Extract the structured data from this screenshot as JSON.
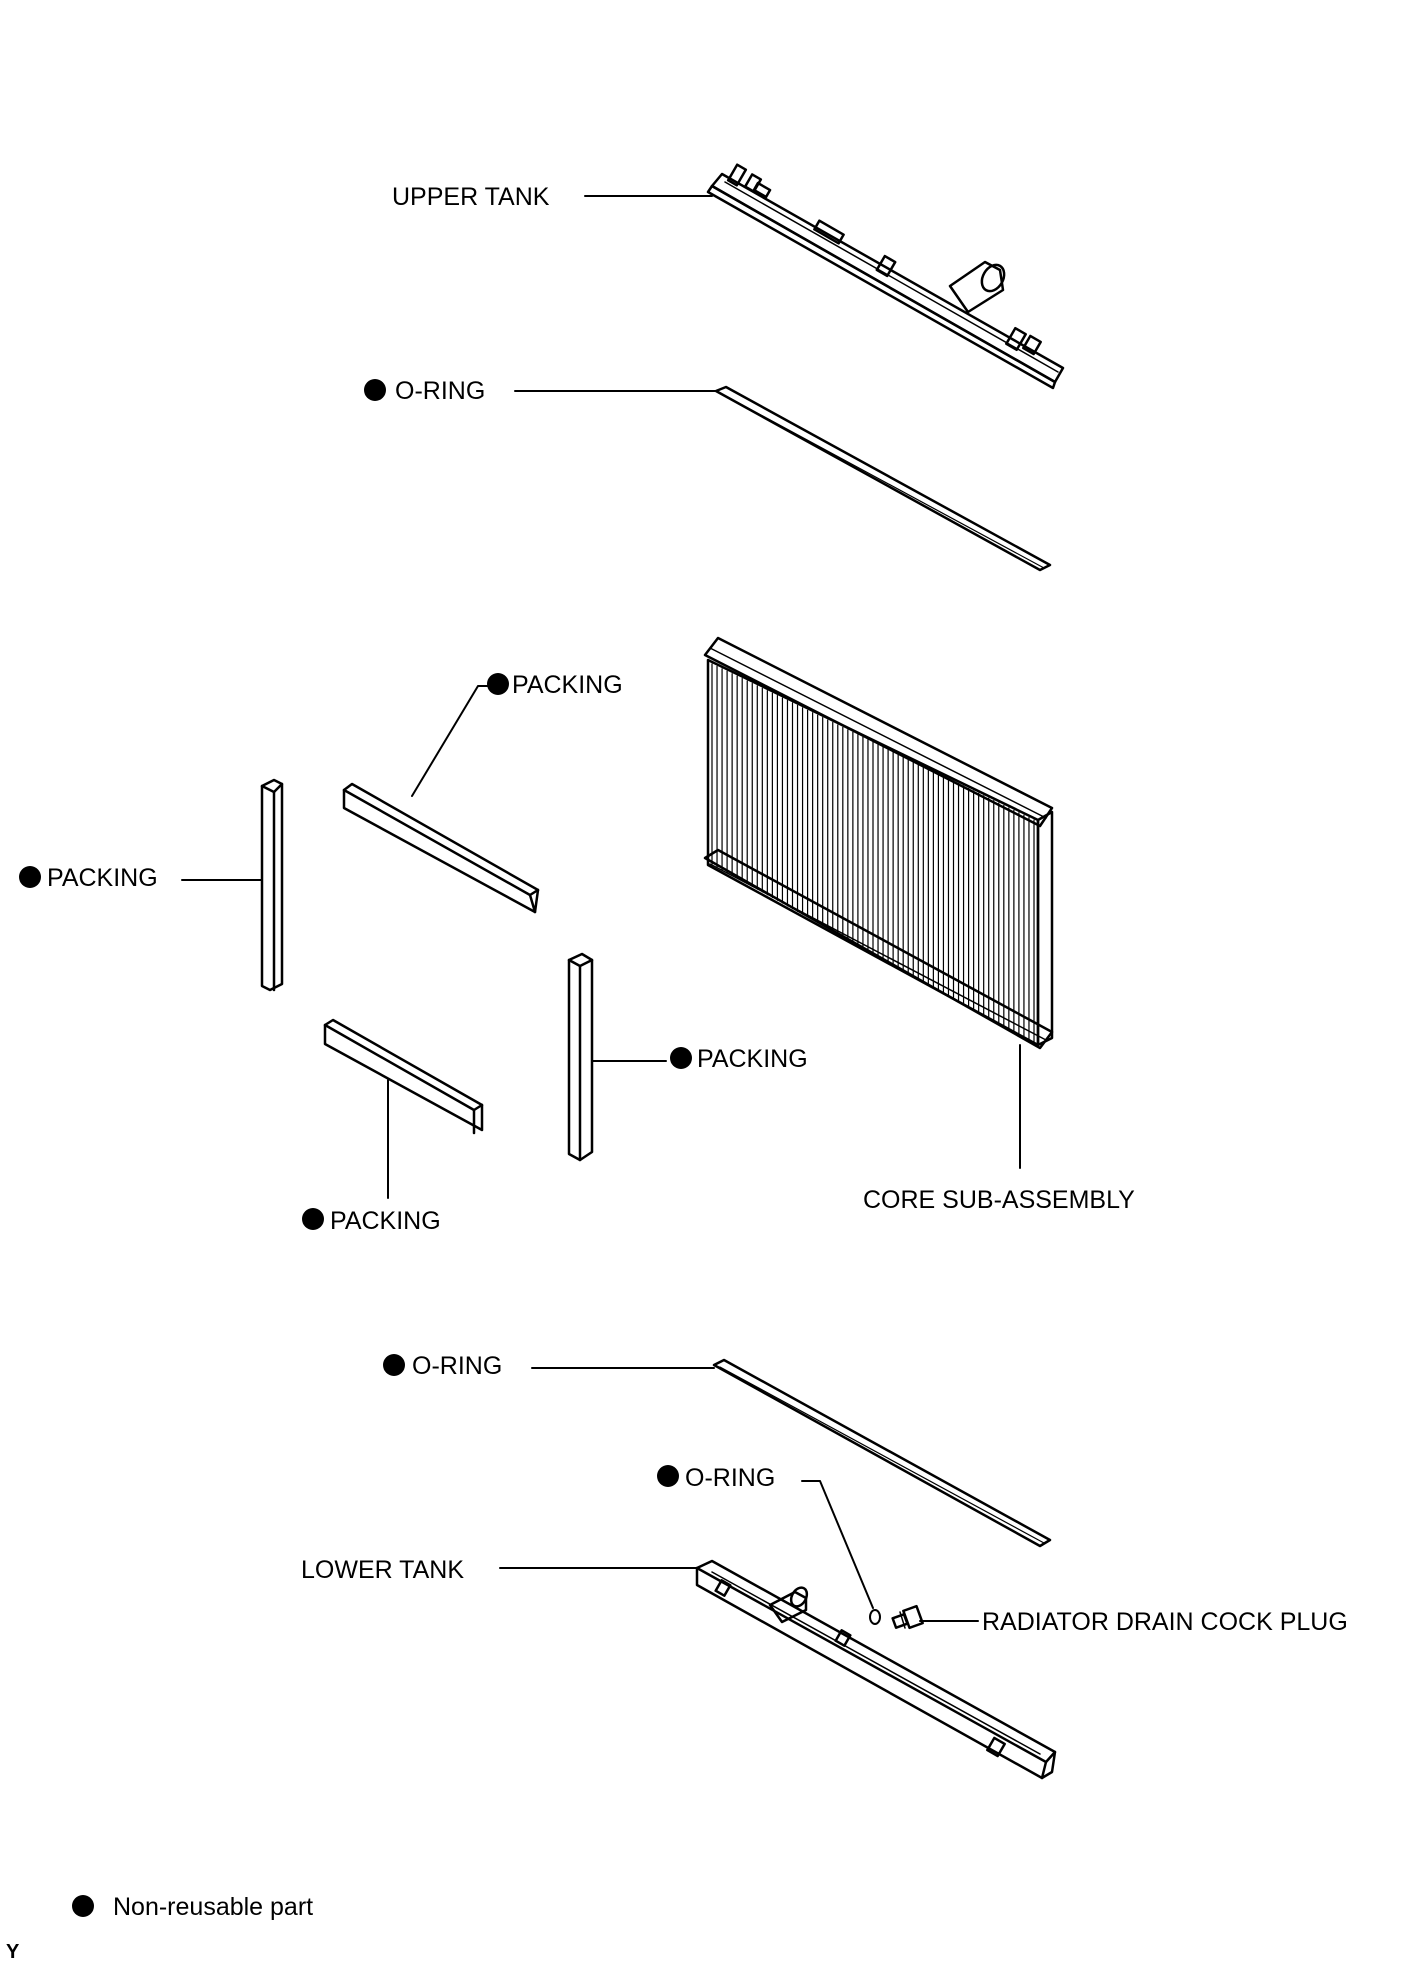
{
  "labels": {
    "upper_tank": "UPPER TANK",
    "o_ring_upper": "O-RING",
    "packing_top": "PACKING",
    "packing_left": "PACKING",
    "packing_right": "PACKING",
    "packing_bottom": "PACKING",
    "core_sub_assembly": "CORE SUB-ASSEMBLY",
    "o_ring_lower": "O-RING",
    "o_ring_drain": "O-RING",
    "lower_tank": "LOWER TANK",
    "radiator_drain_cock_plug": "RADIATOR DRAIN COCK PLUG"
  },
  "legend": {
    "marker": "filled-circle",
    "text": "Non-reusable part"
  },
  "figure_code": "Y",
  "colors": {
    "line": "#000000",
    "background": "#ffffff"
  }
}
